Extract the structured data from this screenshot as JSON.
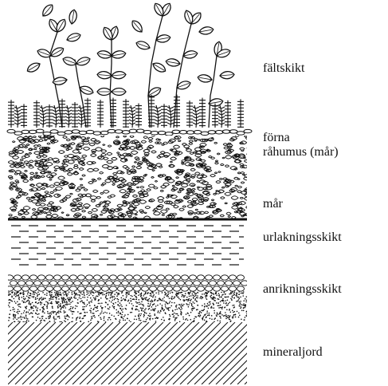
{
  "labels": {
    "field_layer": "fältskikt",
    "litter": "förna",
    "raw_humus": "råhumus (mår)",
    "mor": "mår",
    "leaching_layer": "urlakningsskikt",
    "enrichment_layer": "anrikningsskikt",
    "mineral_soil": "mineraljord"
  },
  "colors": {
    "ink": "#111111",
    "paper": "#ffffff"
  },
  "icons": [
    "blueberry-shrub-icon",
    "moss-icon",
    "fern-icon"
  ]
}
